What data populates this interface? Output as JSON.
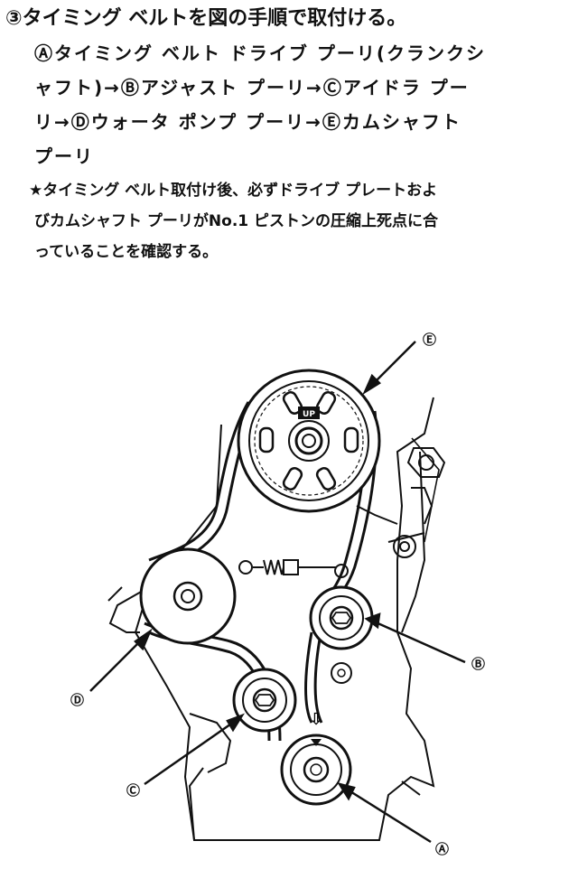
{
  "instructions": {
    "step_title": "③タイミング ベルトを図の手順で取付ける。",
    "sequence_lines": [
      "Ⓐタイミング ベルト ドライブ プーリ(クランクシ",
      "ャフト)→Ⓑアジャスト プーリ→Ⓒアイドラ プー",
      "リ→Ⓓウォータ ポンプ プーリ→Ⓔカムシャフト",
      "プーリ"
    ],
    "note_star": "★",
    "note_lines": [
      "タイミング ベルト取付け後、必ずドライブ プレートおよ",
      "びカムシャフト プーリがNo.1 ピストンの圧縮上死点に合",
      "っていることを確認する。"
    ]
  },
  "figure": {
    "callouts": {
      "A": "Ⓐ",
      "B": "Ⓑ",
      "C": "Ⓒ",
      "D": "Ⓓ",
      "E": "Ⓔ"
    },
    "cam_mark": "UP",
    "arrow_mark": "⇩"
  }
}
